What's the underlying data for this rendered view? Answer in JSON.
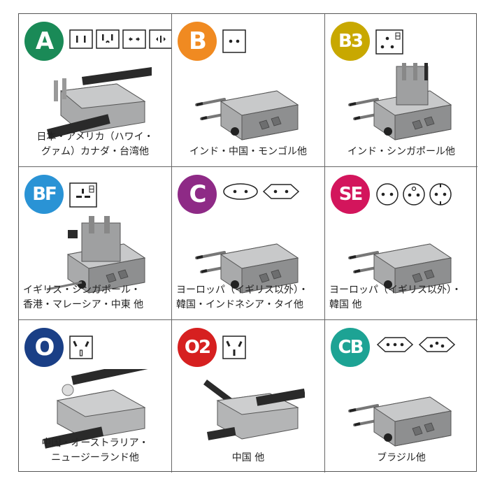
{
  "cells": [
    {
      "code": "A",
      "color": "#1a8a57",
      "caption": "日本・アメリカ（ハワイ・\nグァム）カナダ・台湾他",
      "sockets": [
        "a-flat-2",
        "a-flat-3",
        "a-round-2",
        "a-round-2b"
      ],
      "plug": "flat-cross"
    },
    {
      "code": "B",
      "color": "#f08a21",
      "caption": "インド・中国・モンゴル他",
      "sockets": [
        "dots-2"
      ],
      "plug": "round-long"
    },
    {
      "code": "B3",
      "color": "#c8a800",
      "caption": "インド・シンガポール他",
      "sockets": [
        "dots-3-box"
      ],
      "plug": "b3-stack"
    },
    {
      "code": "BF",
      "color": "#2a93d5",
      "caption": "イギリス・シンガポール・\n香港・マレーシア・中東 他",
      "sockets": [
        "bf-box"
      ],
      "plug": "bf-stack"
    },
    {
      "code": "C",
      "color": "#8e2a86",
      "caption": "ヨーロッパ（イギリス以外）・\n韓国・インドネシア・タイ他",
      "sockets": [
        "oval-2",
        "hex-2"
      ],
      "plug": "round-long"
    },
    {
      "code": "SE",
      "color": "#d3155c",
      "caption": "ヨーロッパ（イギリス以外）・\n韓国 他",
      "sockets": [
        "circle-2",
        "circle-3",
        "circle-earth"
      ],
      "plug": "round-long"
    },
    {
      "code": "O",
      "color": "#1a3f86",
      "caption": "中国・オーストラリア・\nニュージーランド他",
      "sockets": [
        "o-box"
      ],
      "plug": "o-cross"
    },
    {
      "code": "O2",
      "color": "#d62020",
      "caption": "中国 他",
      "sockets": [
        "o2-box"
      ],
      "plug": "o2-cross"
    },
    {
      "code": "CB",
      "color": "#1da394",
      "caption": "ブラジル他",
      "sockets": [
        "hex-3",
        "hex-3b"
      ],
      "plug": "round-long"
    }
  ]
}
